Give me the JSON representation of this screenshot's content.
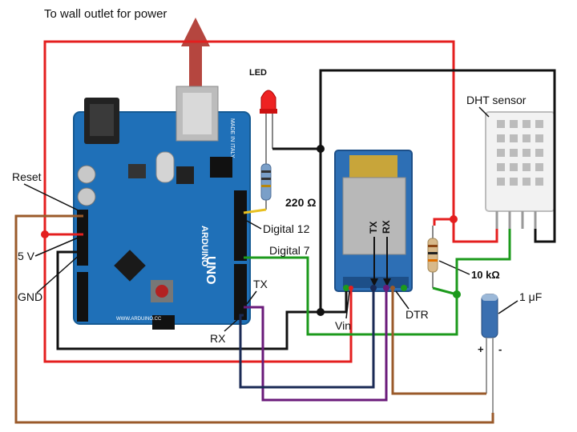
{
  "labels": {
    "power_note": "To wall outlet for power",
    "led": "LED",
    "resistor_220": "220 Ω",
    "digital_12": "Digital 12",
    "digital_7": "Digital 7",
    "tx": "TX",
    "rx": "RX",
    "reset": "Reset",
    "five_v": "5 V",
    "gnd": "GND",
    "dht_sensor": "DHT sensor",
    "resistor_10k": "10 kΩ",
    "capacitor": "1 μF",
    "vin": "Vin",
    "dtr": "DTR",
    "bt_tx": "TX",
    "bt_rx": "RX",
    "cap_plus": "+",
    "cap_minus": "-"
  },
  "board": {
    "brand": "ARDUINO",
    "model": "UNO",
    "made_in": "MADE IN ITALY",
    "website": "WWW.ARDUINO.CC"
  },
  "colors": {
    "power_wire": "#e41f1f",
    "ground_wire": "#111111",
    "data_wire": "#1c9a1c",
    "tx_wire": "#6a1a7a",
    "rx_wire": "#1a2a55",
    "reset_wire": "#9a5a2a",
    "signal_wire": "#e8c020",
    "board_blue": "#1f70b8",
    "bt_blue": "#2d6fb5",
    "arrow": "#b5463f"
  }
}
